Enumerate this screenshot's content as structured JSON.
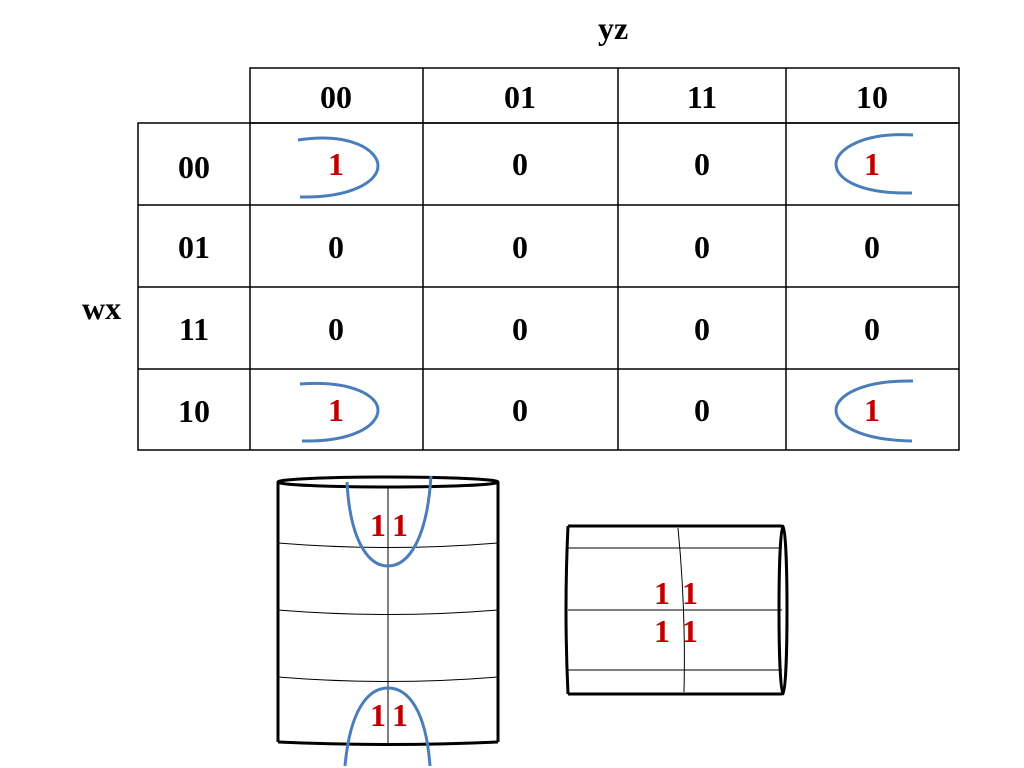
{
  "map": {
    "col_variable": "yz",
    "row_variable": "wx",
    "col_headers": [
      "00",
      "01",
      "11",
      "10"
    ],
    "row_headers": [
      "00",
      "01",
      "11",
      "10"
    ],
    "cells": [
      [
        "1",
        "0",
        "0",
        "1"
      ],
      [
        "0",
        "0",
        "0",
        "0"
      ],
      [
        "0",
        "0",
        "0",
        "0"
      ],
      [
        "1",
        "0",
        "0",
        "1"
      ]
    ]
  },
  "vertical_cylinder": {
    "top_pair": [
      "1",
      "1"
    ],
    "bottom_pair": [
      "1",
      "1"
    ]
  },
  "horizontal_cylinder": {
    "upper_pair": [
      "1",
      "1"
    ],
    "lower_pair": [
      "1",
      "1"
    ]
  },
  "colors": {
    "one": "#c00000",
    "zero": "#000000",
    "loop": "#4a7ebb"
  }
}
